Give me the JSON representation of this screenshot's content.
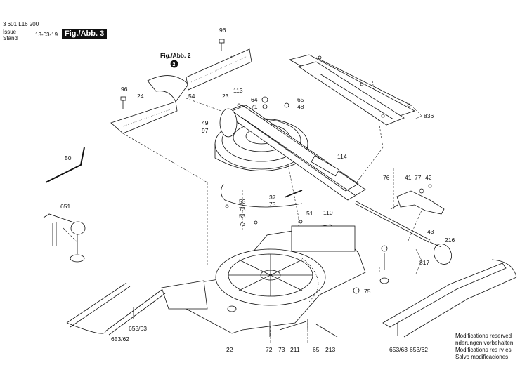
{
  "header": {
    "doc_number": "3 601 L16 200",
    "issue_label": "Issue",
    "stand_label": "Stand",
    "date": "13-03-19",
    "figure": "Fig./Abb. 3"
  },
  "reference_label": "Fig./Abb. 2",
  "reference_marker": "2",
  "part_labels": {
    "p96a": "96",
    "p96b": "96",
    "p24": "24",
    "p54": "54",
    "p23": "23",
    "p113": "113",
    "p64": "64",
    "p65": "65",
    "p71": "71",
    "p48": "48",
    "p49": "49",
    "p97": "97",
    "p836": "836",
    "p50": "50",
    "p114": "114",
    "p76": "76",
    "p41": "41",
    "p77": "77",
    "p42": "42",
    "p53": "53",
    "p73a": "73",
    "p37": "37",
    "p73b": "73",
    "p651": "651",
    "p51": "51",
    "p110": "110",
    "p53b": "53",
    "p73c": "73",
    "p43": "43",
    "p216": "216",
    "p817": "817",
    "p75": "75",
    "p653_63a": "653/63",
    "p653_62a": "653/62",
    "p22": "22",
    "p72": "72",
    "p73d": "73",
    "p211": "211",
    "p65b": "65",
    "p213": "213",
    "p653_63b": "653/63",
    "p653_62b": "653/62"
  },
  "notice": [
    "Modifications reserved",
    "nderungen vorbehalten",
    "Modifications res rv es",
    "Salvo modificaciones"
  ]
}
